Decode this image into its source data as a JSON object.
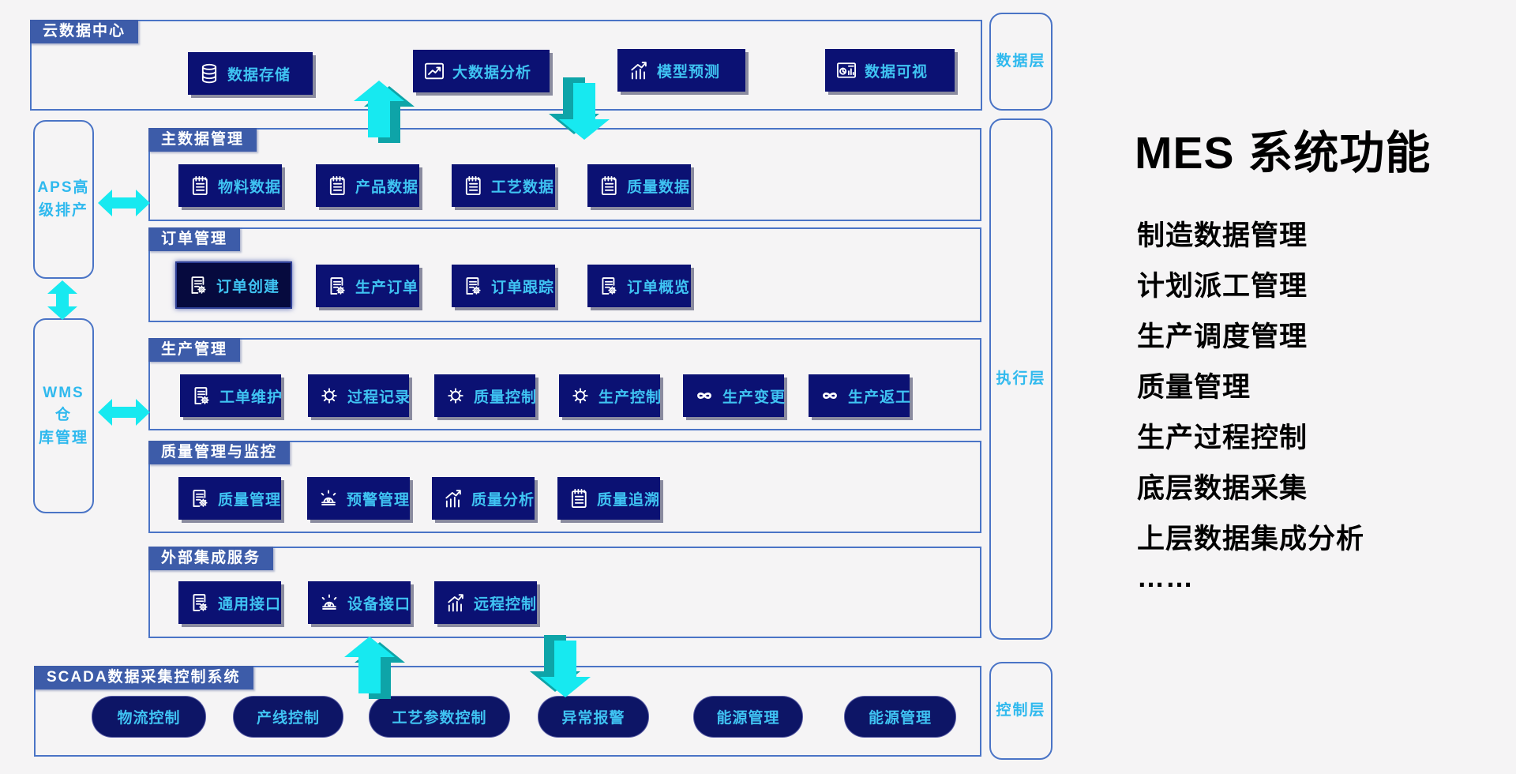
{
  "cloud": {
    "title": "云数据中心",
    "items": [
      {
        "label": "数据存储",
        "icon": "database-icon"
      },
      {
        "label": "大数据分析",
        "icon": "chart-box-icon"
      },
      {
        "label": "模型预测",
        "icon": "trend-chart-icon"
      },
      {
        "label": "数据可视",
        "icon": "dashboard-icon"
      }
    ]
  },
  "layers": {
    "data": "数据层",
    "execution": "执行层",
    "control": "控制层"
  },
  "side": {
    "aps": "APS高\n级排产",
    "wms": "WMS仓\n库管理"
  },
  "rows": [
    {
      "title": "主数据管理",
      "items": [
        {
          "label": "物料数据",
          "icon": "notebook-icon"
        },
        {
          "label": "产品数据",
          "icon": "notebook-icon"
        },
        {
          "label": "工艺数据",
          "icon": "notebook-icon"
        },
        {
          "label": "质量数据",
          "icon": "notebook-icon"
        }
      ]
    },
    {
      "title": "订单管理",
      "items": [
        {
          "label": "订单创建",
          "icon": "doc-gear-icon"
        },
        {
          "label": "生产订单",
          "icon": "doc-gear-icon"
        },
        {
          "label": "订单跟踪",
          "icon": "doc-gear-icon"
        },
        {
          "label": "订单概览",
          "icon": "doc-gear-icon"
        }
      ]
    },
    {
      "title": "生产管理",
      "items": [
        {
          "label": "工单维护",
          "icon": "doc-gear-icon"
        },
        {
          "label": "过程记录",
          "icon": "gear-icon"
        },
        {
          "label": "质量控制",
          "icon": "gear-icon"
        },
        {
          "label": "生产控制",
          "icon": "gear-icon"
        },
        {
          "label": "生产变更",
          "icon": "infinity-icon"
        },
        {
          "label": "生产返工",
          "icon": "infinity-icon"
        }
      ]
    },
    {
      "title": "质量管理与监控",
      "items": [
        {
          "label": "质量管理",
          "icon": "doc-gear-icon"
        },
        {
          "label": "预警管理",
          "icon": "alarm-icon"
        },
        {
          "label": "质量分析",
          "icon": "trend-chart-icon"
        },
        {
          "label": "质量追溯",
          "icon": "notebook-icon"
        }
      ]
    },
    {
      "title": "外部集成服务",
      "items": [
        {
          "label": "通用接口",
          "icon": "doc-gear-icon"
        },
        {
          "label": "设备接口",
          "icon": "alarm-icon"
        },
        {
          "label": "远程控制",
          "icon": "trend-chart-icon"
        }
      ]
    }
  ],
  "scada": {
    "title": "SCADA数据采集控制系统",
    "items": [
      {
        "label": "物流控制"
      },
      {
        "label": "产线控制"
      },
      {
        "label": "工艺参数控制"
      },
      {
        "label": "异常报警"
      },
      {
        "label": "能源管理"
      },
      {
        "label": "能源管理"
      }
    ]
  },
  "panel": {
    "title": "MES 系统功能",
    "items": [
      "制造数据管理",
      "计划派工管理",
      "生产调度管理",
      "质量管理",
      "生产过程控制",
      "底层数据采集",
      "上层数据集成分析",
      "……"
    ]
  },
  "colors": {
    "button_bg": "#0b1173",
    "button_selected_bg": "#060a3e",
    "button_text": "#3fc3f2",
    "header_bar": "#3d5ca9",
    "box_border": "#4a74c6",
    "arrow_front": "#17e9f0",
    "arrow_side": "#0ea4a8",
    "layer_text": "#2fb9ee",
    "panel_text": "#000000",
    "background": "#f5f4f5"
  }
}
